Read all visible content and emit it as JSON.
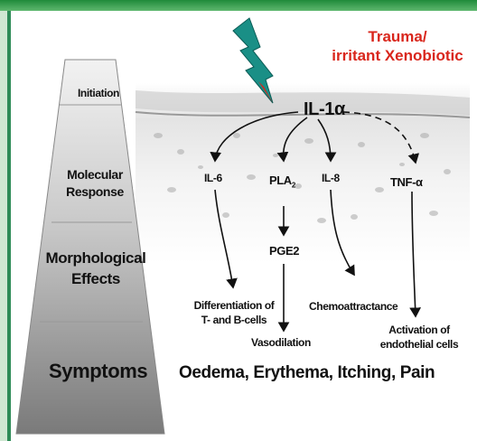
{
  "trauma": {
    "line1": "Trauma/",
    "line2": "irritant Xenobiotic"
  },
  "stages": {
    "initiation": "Initiation",
    "molecular_1": "Molecular",
    "molecular_2": "Response",
    "morph_1": "Morphological",
    "morph_2": "Effects",
    "symptoms": "Symptoms"
  },
  "mediators": {
    "il1a": "IL-1α",
    "il6": "IL-6",
    "pla2": "PLA",
    "pla2_sub": "2",
    "il8": "IL-8",
    "tnfa": "TNF-α",
    "pge2": "PGE2"
  },
  "effects": {
    "diff_1": "Differentiation of",
    "diff_2": "T- and B-cells",
    "vaso": "Vasodilation",
    "chemo": "Chemoattractance",
    "activ_1": "Activation of",
    "activ_2": "endothelial cells"
  },
  "symptoms_text": "Oedema, Erythema, Itching, Pain",
  "colors": {
    "accent_red": "#d9261c",
    "frame_green": "#2e8b57",
    "bolt_teal": "#1a8f86"
  }
}
